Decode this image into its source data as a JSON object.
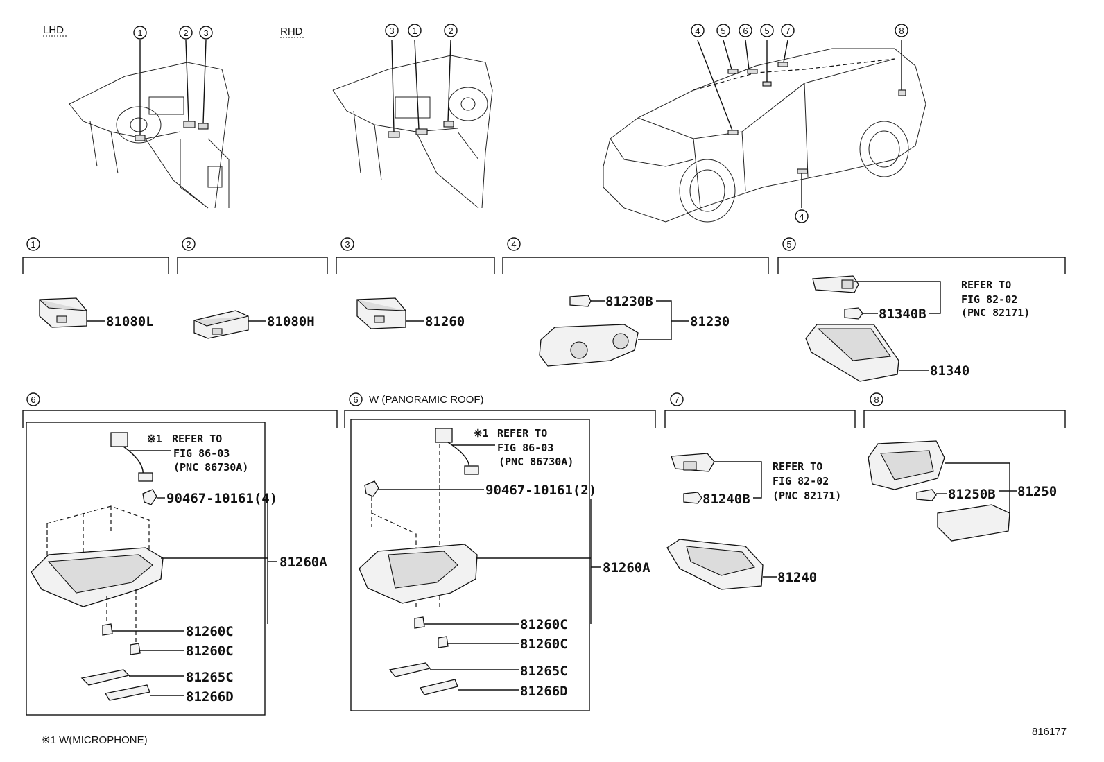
{
  "views": {
    "lhd": "LHD",
    "rhd": "RHD"
  },
  "callouts": [
    "1",
    "2",
    "3",
    "4",
    "5",
    "6",
    "7",
    "8"
  ],
  "section6w_title": "W (PANORAMIC ROOF)",
  "sections": {
    "s1": {
      "part": "81080L"
    },
    "s2": {
      "part": "81080H"
    },
    "s3": {
      "part": "81260"
    },
    "s4": {
      "bulb": "81230B",
      "assembly": "81230"
    },
    "s5": {
      "unit": "81340B",
      "lamp": "81340",
      "ref1": "REFER TO",
      "ref2": "FIG 82-02",
      "ref3": "(PNC 82171)"
    },
    "s6": {
      "ref_mark": "※1",
      "ref1": "REFER TO",
      "ref2": "FIG 86-03",
      "ref3": "(PNC 86730A)",
      "clip": "90467-10161(4)",
      "assembly": "81260A",
      "bulb1": "81260C",
      "bulb2": "81260C",
      "lens": "81265C",
      "cover": "81266D"
    },
    "s6w": {
      "ref_mark": "※1",
      "ref1": "REFER TO",
      "ref2": "FIG 86-03",
      "ref3": "(PNC 86730A)",
      "clip": "90467-10161(2)",
      "assembly": "81260A",
      "bulb1": "81260C",
      "bulb2": "81260C",
      "lens": "81265C",
      "cover": "81266D"
    },
    "s7": {
      "unit": "81240B",
      "lamp": "81240",
      "ref1": "REFER TO",
      "ref2": "FIG 82-02",
      "ref3": "(PNC 82171)"
    },
    "s8": {
      "bulb": "81250B",
      "assembly": "81250"
    }
  },
  "footnote": "※1 W(MICROPHONE)",
  "figure_id": "816177"
}
